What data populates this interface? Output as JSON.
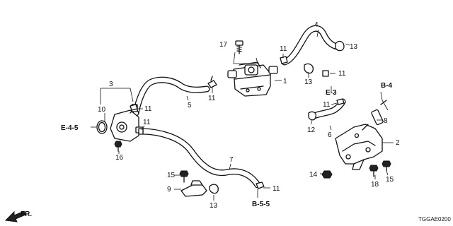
{
  "callouts": {
    "c1": "1",
    "c2": "2",
    "c3": "3",
    "c4": "4",
    "c5": "5",
    "c6": "6",
    "c7": "7",
    "c8": "8",
    "c9": "9",
    "c10": "10",
    "c11a": "11",
    "c11b": "11",
    "c11c": "11",
    "c11d": "11",
    "c11e": "11",
    "c11f": "11",
    "c11g": "11",
    "c12": "12",
    "c13a": "13",
    "c13b": "13",
    "c13c": "13",
    "c14": "14",
    "c15a": "15",
    "c15b": "15",
    "c16": "16",
    "c17": "17",
    "c18": "18"
  },
  "references": {
    "b4": "B-4",
    "e3": "E-3",
    "e45": "E-4-5",
    "b55": "B-5-5"
  },
  "front_label": "FR.",
  "diagram_code": "TGGAE0200"
}
